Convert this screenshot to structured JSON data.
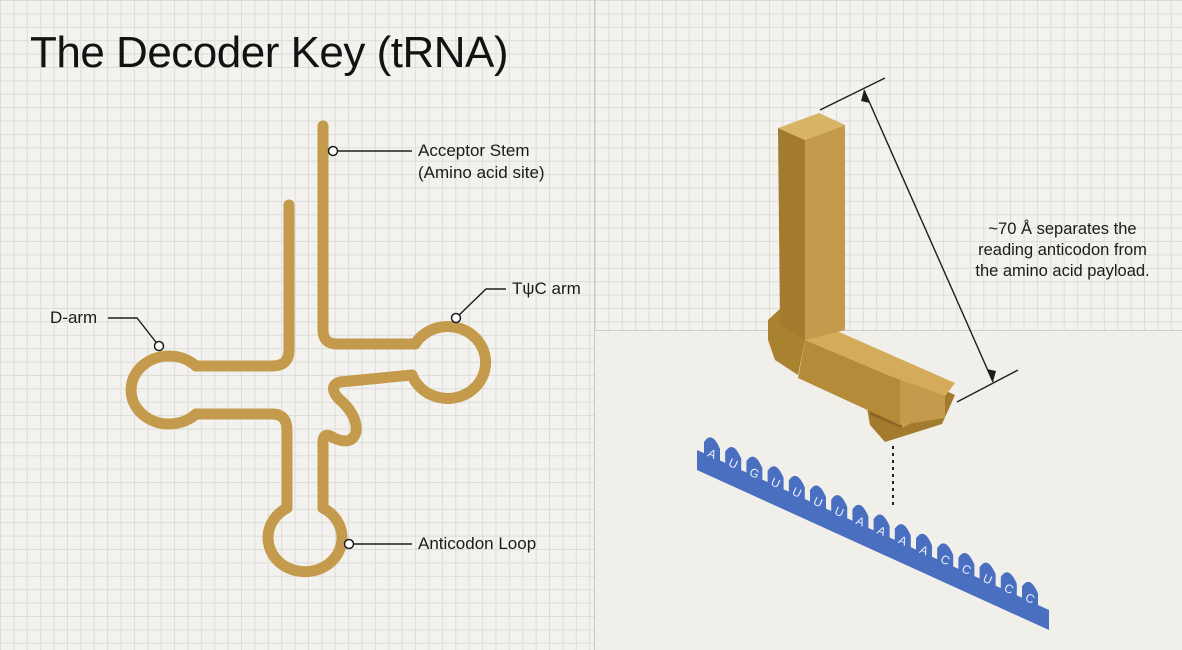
{
  "title": "The Decoder Key (tRNA)",
  "labels": {
    "acceptor_line1": "Acceptor Stem",
    "acceptor_line2": "(Amino acid site)",
    "tpsic": "TψC arm",
    "darm": "D-arm",
    "anticodon": "Anticodon Loop"
  },
  "annotation": {
    "line1": "~70 Å separates the",
    "line2": "reading anticodon from",
    "line3": "the amino acid payload."
  },
  "mrna_bases": [
    "A",
    "U",
    "G",
    "U",
    "U",
    "U",
    "U",
    "A",
    "A",
    "A",
    "A",
    "C",
    "C",
    "U",
    "C",
    "C"
  ],
  "colors": {
    "trna": "#c49a4c",
    "mrna": "#4a6fc0",
    "background": "#f0efea"
  }
}
